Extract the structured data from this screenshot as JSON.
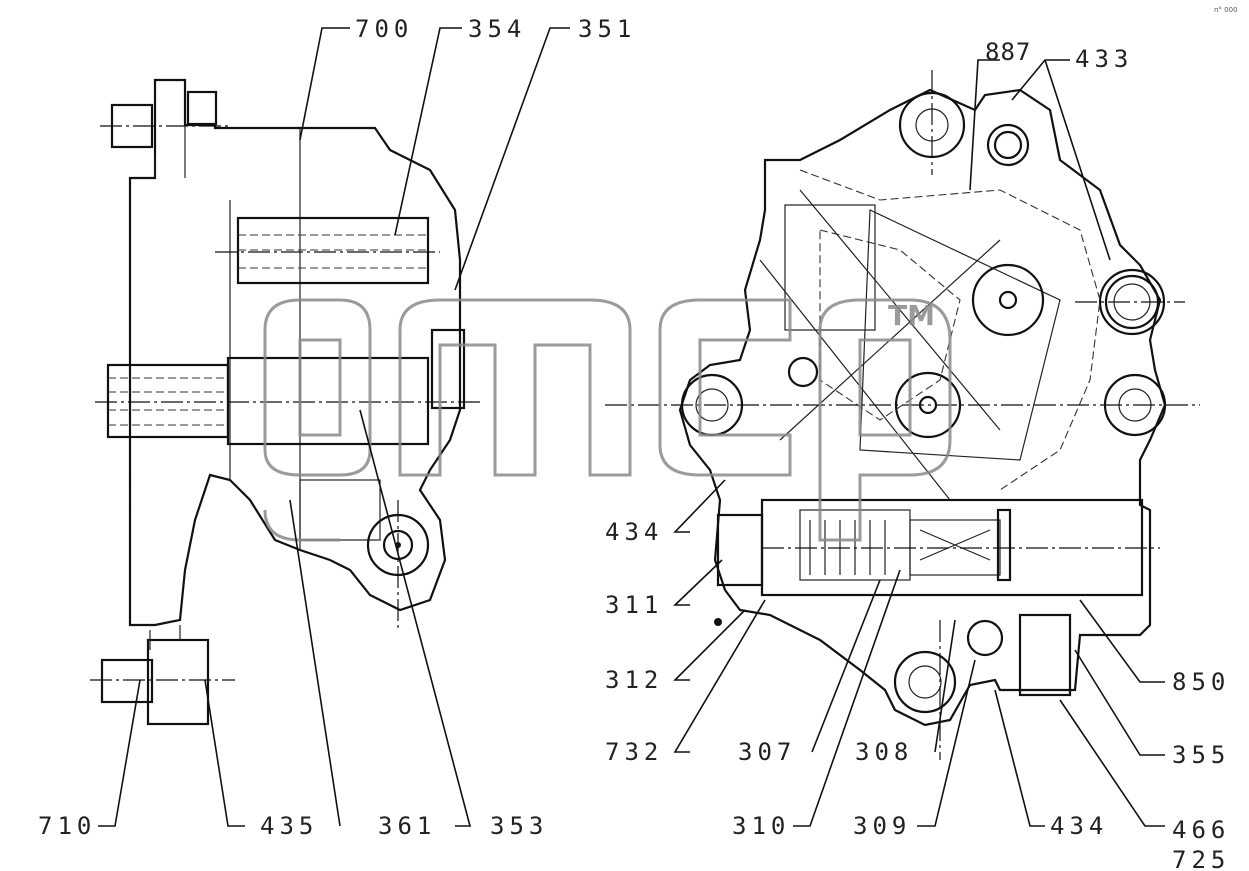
{
  "corner_mark": "n° 000",
  "watermark": "TM",
  "labels": {
    "l700": "700",
    "l354": "354",
    "l351": "351",
    "l887": "887",
    "l433": "433",
    "l434a": "434",
    "l311": "311",
    "l312": "312",
    "l732": "732",
    "l307": "307",
    "l308": "308",
    "l850": "850",
    "l355": "355",
    "l710": "710",
    "l435": "435",
    "l361": "361",
    "l353": "353",
    "l310": "310",
    "l309": "309",
    "l434b": "434",
    "l466": "466",
    "l725": "725"
  }
}
